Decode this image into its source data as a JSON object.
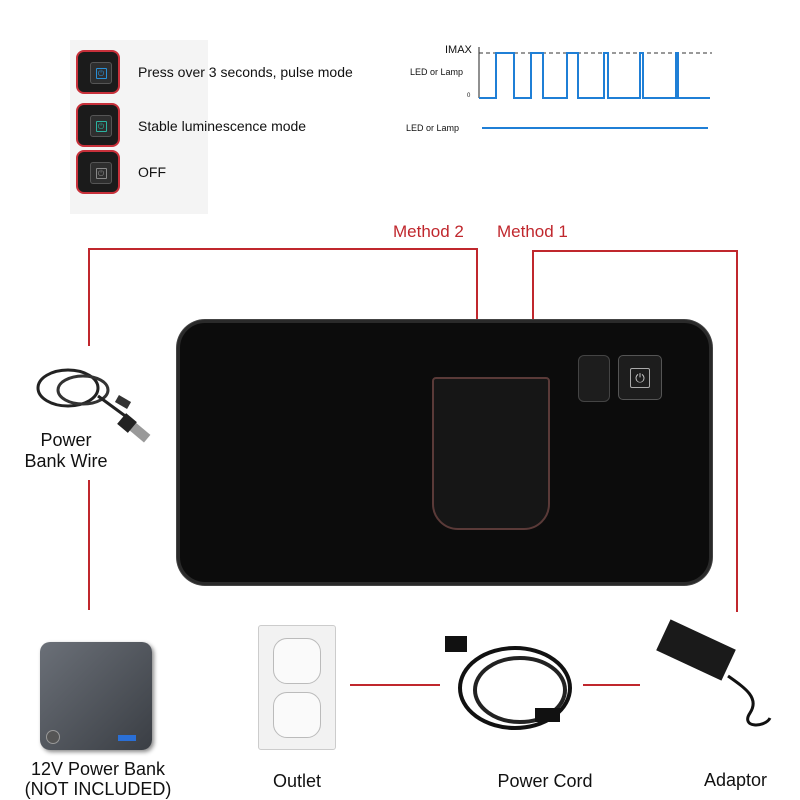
{
  "modes": [
    {
      "label": "Press over 3 seconds, pulse mode",
      "icon": "power-icon",
      "color": "#2a8fd6"
    },
    {
      "label": "Stable luminescence mode",
      "icon": "power-icon",
      "color": "#2bb3a0"
    },
    {
      "label": "OFF",
      "icon": "power-icon",
      "color": "#888888"
    }
  ],
  "waveform": {
    "imax_label": "IMAX",
    "zero_label": "0",
    "pulse_label": "LED or Lamp",
    "stable_label": "LED or Lamp",
    "color": "#1f7fd6"
  },
  "methods": {
    "method2": "Method 2",
    "method1": "Method 1",
    "line_color": "#c0272d"
  },
  "items": {
    "power_bank_wire": [
      "Power",
      "Bank Wire"
    ],
    "power_bank": [
      "12V Power Bank",
      "(NOT INCLUDED)"
    ],
    "outlet": "Outlet",
    "power_cord": "Power Cord",
    "adaptor": "Adaptor"
  }
}
